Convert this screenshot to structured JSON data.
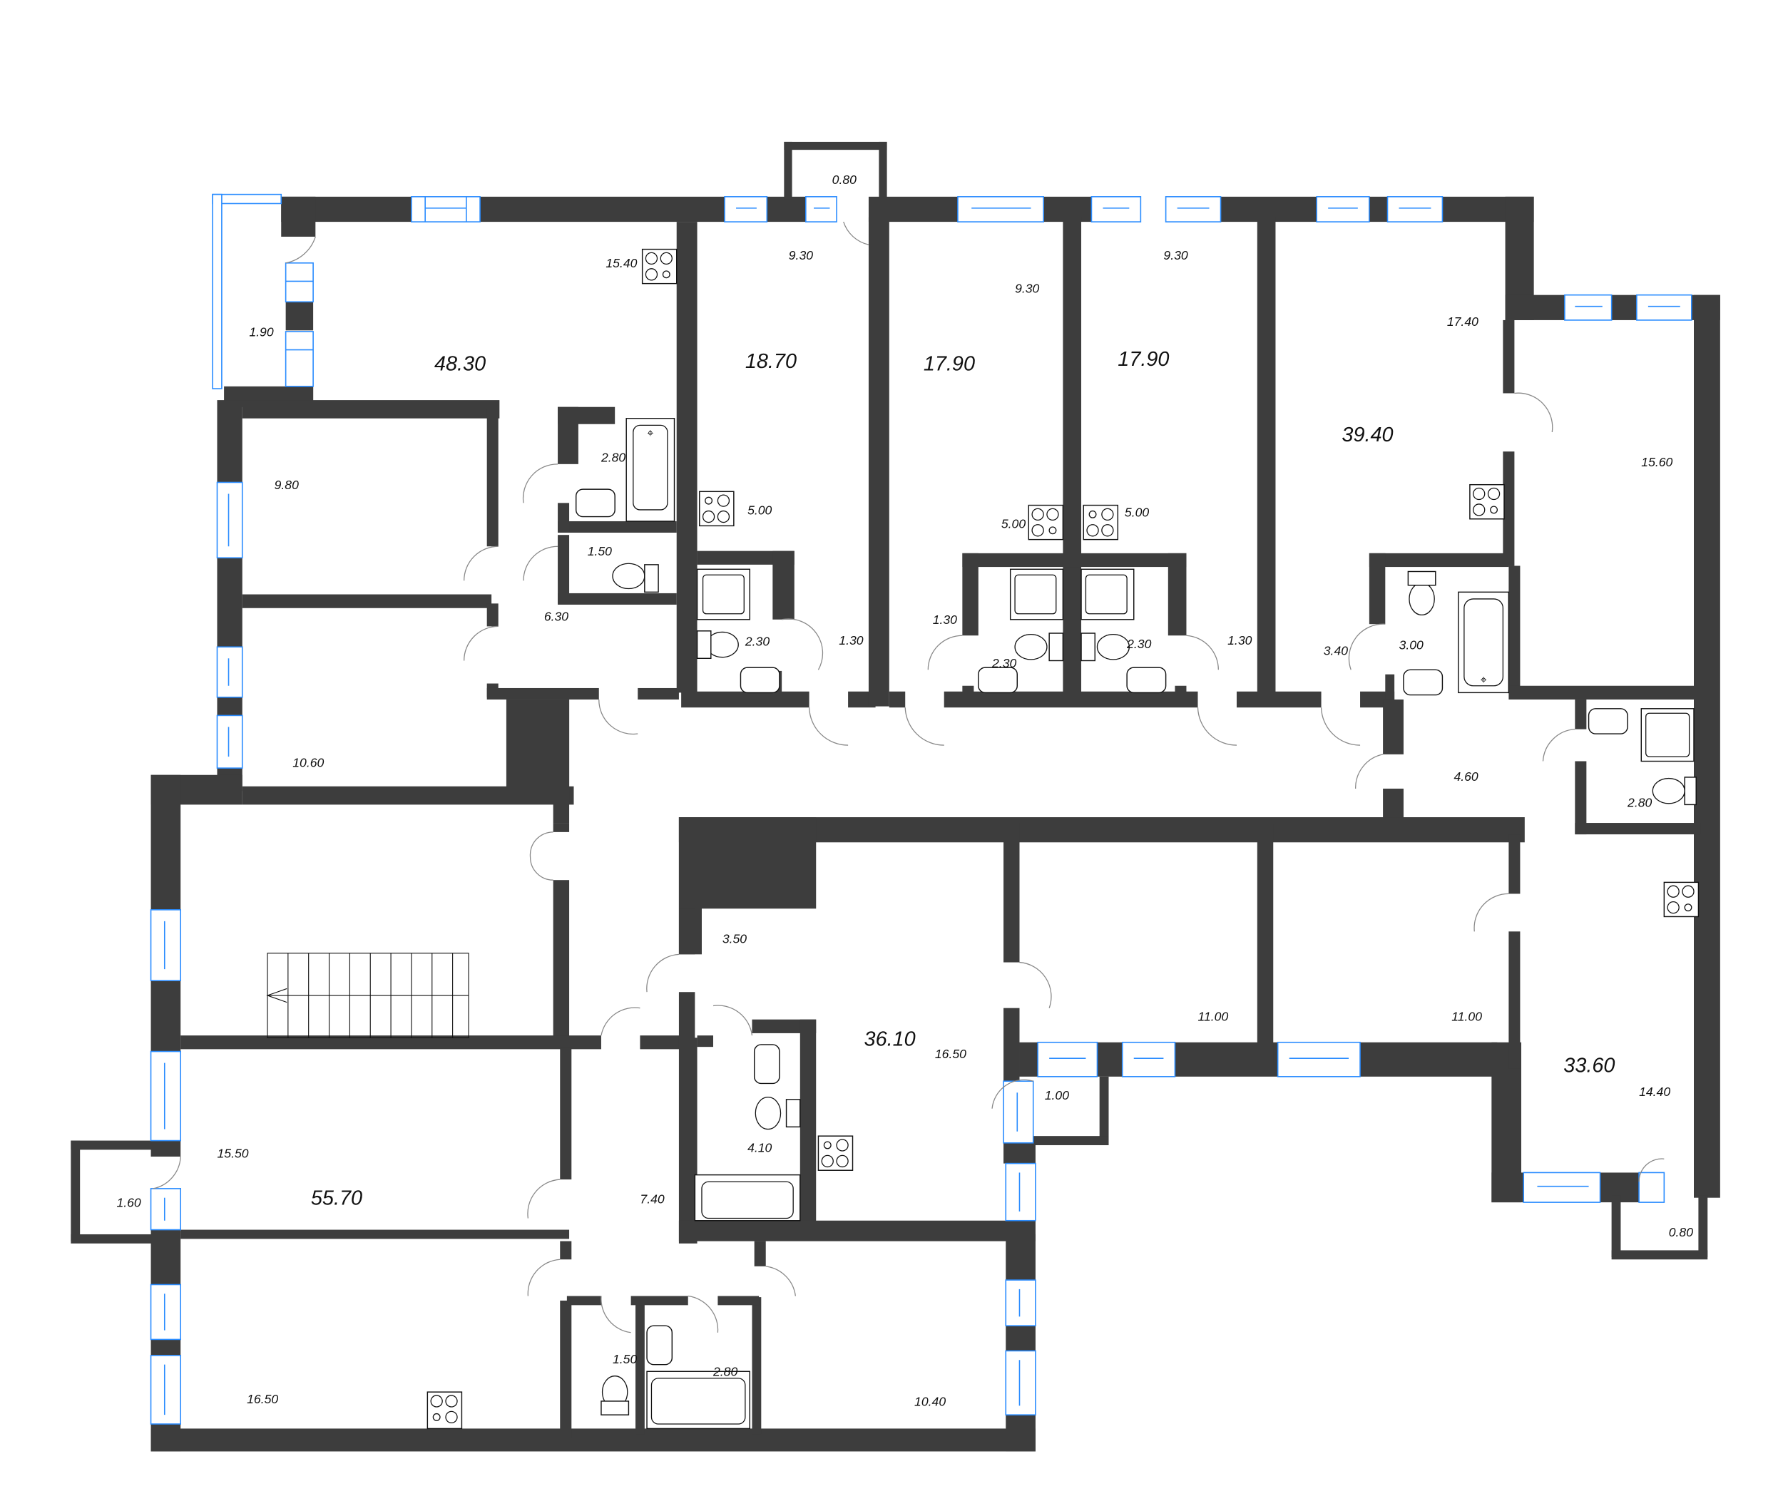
{
  "plan": {
    "title": "Floor plan",
    "wall_color": "#3d3d3d",
    "window_color": "#2a8cff",
    "background": "#ffffff"
  },
  "apartments": [
    {
      "id": "apt-48-30",
      "total_area": "48.30",
      "rooms": [
        {
          "name": "kitchen-living",
          "area": "15.40"
        },
        {
          "name": "balcony",
          "area": "1.90"
        },
        {
          "name": "bedroom-1",
          "area": "9.80"
        },
        {
          "name": "bedroom-2",
          "area": "10.60"
        },
        {
          "name": "hall",
          "area": "6.30"
        },
        {
          "name": "bathroom",
          "area": "2.80"
        },
        {
          "name": "wc",
          "area": "1.50"
        }
      ]
    },
    {
      "id": "apt-18-70",
      "total_area": "18.70",
      "rooms": [
        {
          "name": "room",
          "area": "9.30"
        },
        {
          "name": "balcony",
          "area": "0.80"
        },
        {
          "name": "kitchen",
          "area": "5.00"
        },
        {
          "name": "bathroom",
          "area": "2.30"
        },
        {
          "name": "hall",
          "area": "1.30"
        }
      ]
    },
    {
      "id": "apt-17-90-a",
      "total_area": "17.90",
      "rooms": [
        {
          "name": "room",
          "area": "9.30"
        },
        {
          "name": "kitchen",
          "area": "5.00"
        },
        {
          "name": "bathroom",
          "area": "2.30"
        },
        {
          "name": "hall",
          "area": "1.30"
        }
      ]
    },
    {
      "id": "apt-17-90-b",
      "total_area": "17.90",
      "rooms": [
        {
          "name": "room",
          "area": "9.30"
        },
        {
          "name": "kitchen",
          "area": "5.00"
        },
        {
          "name": "bathroom",
          "area": "2.30"
        },
        {
          "name": "hall",
          "area": "1.30"
        }
      ]
    },
    {
      "id": "apt-39-40",
      "total_area": "39.40",
      "rooms": [
        {
          "name": "kitchen-living",
          "area": "17.40"
        },
        {
          "name": "bedroom",
          "area": "15.60"
        },
        {
          "name": "hall",
          "area": "3.40"
        },
        {
          "name": "bathroom",
          "area": "3.00"
        }
      ]
    },
    {
      "id": "apt-33-60",
      "total_area": "33.60",
      "rooms": [
        {
          "name": "hall",
          "area": "4.60"
        },
        {
          "name": "bathroom",
          "area": "2.80"
        },
        {
          "name": "bedroom",
          "area": "11.00"
        },
        {
          "name": "kitchen-living",
          "area": "14.40"
        },
        {
          "name": "balcony",
          "area": "0.80"
        }
      ]
    },
    {
      "id": "apt-36-10",
      "total_area": "36.10",
      "rooms": [
        {
          "name": "hall",
          "area": "3.50"
        },
        {
          "name": "kitchen-living",
          "area": "16.50"
        },
        {
          "name": "bathroom",
          "area": "4.10"
        },
        {
          "name": "bedroom",
          "area": "11.00"
        },
        {
          "name": "balcony",
          "area": "1.00"
        }
      ]
    },
    {
      "id": "apt-55-70",
      "total_area": "55.70",
      "rooms": [
        {
          "name": "room",
          "area": "15.50"
        },
        {
          "name": "balcony",
          "area": "1.60"
        },
        {
          "name": "hall",
          "area": "7.40"
        },
        {
          "name": "kitchen",
          "area": "16.50"
        },
        {
          "name": "wc",
          "area": "1.50"
        },
        {
          "name": "bathroom",
          "area": "2.80"
        },
        {
          "name": "bedroom",
          "area": "10.40"
        }
      ]
    }
  ],
  "labels": {
    "a1_total": "48.30",
    "a1_kitchen": "15.40",
    "a1_balcony": "1.90",
    "a1_bed1": "9.80",
    "a1_bed2": "10.60",
    "a1_hall": "6.30",
    "a1_bath": "2.80",
    "a1_wc": "1.50",
    "a2_total": "18.70",
    "a2_room": "9.30",
    "a2_balcony": "0.80",
    "a2_kitchen": "5.00",
    "a2_bath": "2.30",
    "a2_hall": "1.30",
    "a3_total": "17.90",
    "a3_room": "9.30",
    "a3_kitchen": "5.00",
    "a3_bath": "2.30",
    "a3_hall": "1.30",
    "a4_total": "17.90",
    "a4_room": "9.30",
    "a4_kitchen": "5.00",
    "a4_bath": "2.30",
    "a4_hall": "1.30",
    "a5_total": "39.40",
    "a5_kitchen": "17.40",
    "a5_bed": "15.60",
    "a5_hall": "3.40",
    "a5_bath": "3.00",
    "a6_hall": "4.60",
    "a6_bath": "2.80",
    "a6_bed": "11.00",
    "a6_total": "33.60",
    "a6_kitchen": "14.40",
    "a6_balcony": "0.80",
    "a7_hall": "3.50",
    "a7_total": "36.10",
    "a7_kitchen": "16.50",
    "a7_bath": "4.10",
    "a7_bed": "11.00",
    "a7_balcony": "1.00",
    "a8_room": "15.50",
    "a8_total": "55.70",
    "a8_balcony": "1.60",
    "a8_hall": "7.40",
    "a8_kitchen": "16.50",
    "a8_wc": "1.50",
    "a8_bath": "2.80",
    "a8_bed": "10.40"
  }
}
